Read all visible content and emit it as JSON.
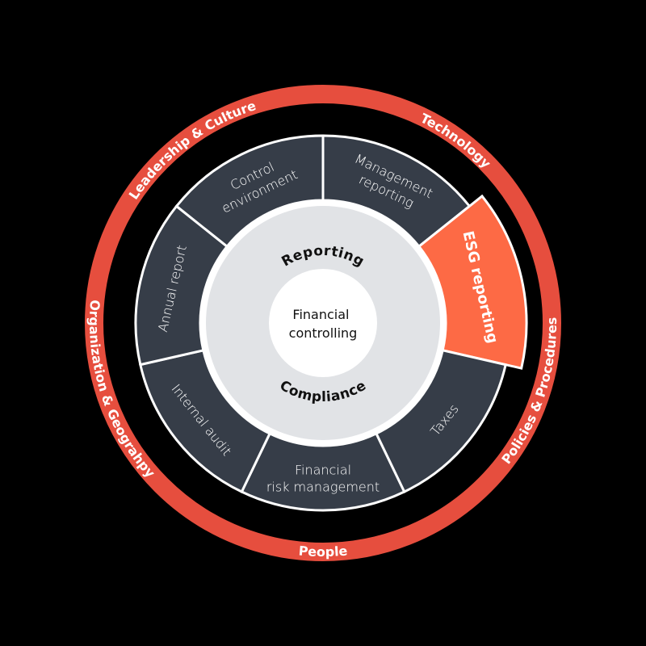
{
  "colors": {
    "background": "#000000",
    "outer_ring": "#e64e3e",
    "segment": "#363d48",
    "highlight": "#fd6a45",
    "inner_circle": "#e1e3e6",
    "center": "#ffffff",
    "separator": "#ffffff"
  },
  "center": {
    "lines": [
      "Financial",
      "controlling"
    ]
  },
  "inner": {
    "top": "Reporting",
    "bottom": "Compliance"
  },
  "segments": [
    {
      "lines": [
        "Management",
        "reporting"
      ],
      "highlight": false
    },
    {
      "lines": [
        "ESG reporting"
      ],
      "highlight": true
    },
    {
      "lines": [
        "Taxes"
      ],
      "highlight": false
    },
    {
      "lines": [
        "Financial",
        "risk management"
      ],
      "highlight": false
    },
    {
      "lines": [
        "Internal audit"
      ],
      "highlight": false
    },
    {
      "lines": [
        "Annual report"
      ],
      "highlight": false
    },
    {
      "lines": [
        "Control",
        "environment"
      ],
      "highlight": false
    }
  ],
  "outer_ring": {
    "leadership": "Leadership & Culture",
    "technology": "Technology",
    "policies": "Policies & Procedures",
    "people": "People",
    "organization": "Organization & Geograhpy"
  }
}
